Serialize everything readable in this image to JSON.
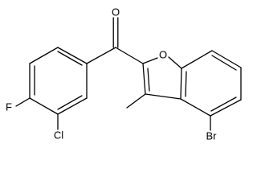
{
  "atoms": {
    "oxygen_carbonyl": "O",
    "oxygen_ring": "O",
    "fluorine": "F",
    "chlorine": "Cl",
    "bromine": "Br"
  }
}
